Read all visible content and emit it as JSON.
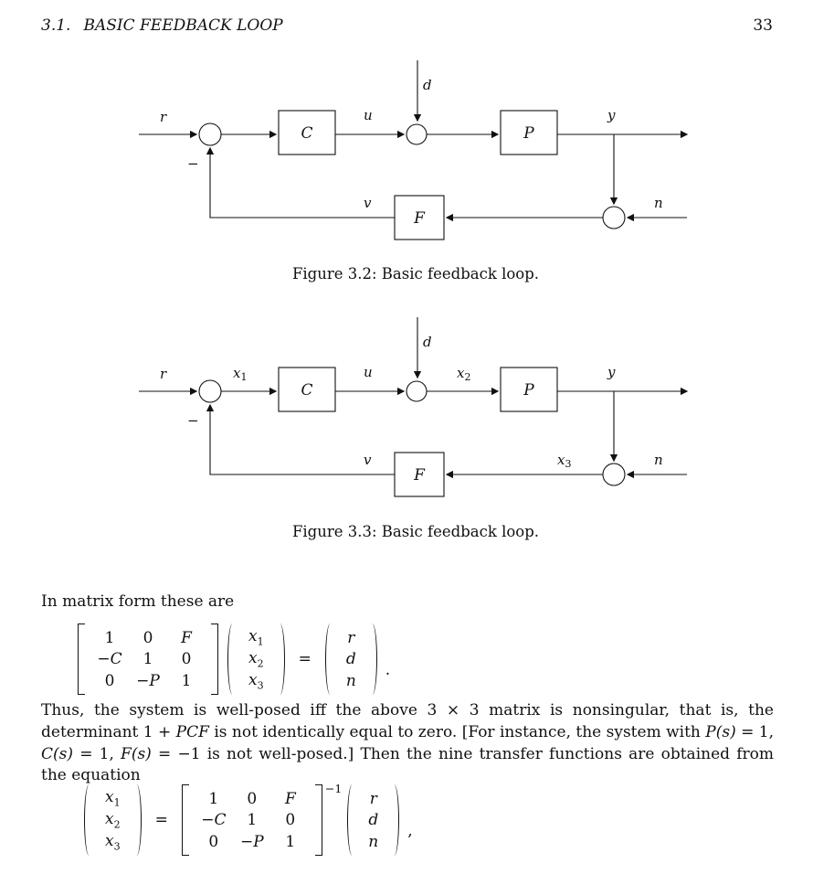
{
  "header": {
    "section": "3.1.",
    "title": "BASIC FEEDBACK LOOP",
    "page_number": "33"
  },
  "fig32": {
    "labels": {
      "r": "r",
      "u": "u",
      "d": "d",
      "y": "y",
      "n": "n",
      "v": "v",
      "minus": "−",
      "block_c": "C",
      "block_p": "P",
      "block_f": "F"
    },
    "caption": "Figure 3.2: Basic feedback loop."
  },
  "fig33": {
    "labels": {
      "r": "r",
      "u": "u",
      "d": "d",
      "y": "y",
      "n": "n",
      "v": "v",
      "minus": "−",
      "block_c": "C",
      "block_p": "P",
      "block_f": "F",
      "x1_base": "x",
      "x1_sub": "1",
      "x2_base": "x",
      "x2_sub": "2",
      "x3_base": "x",
      "x3_sub": "3"
    },
    "caption": "Figure 3.3: Basic feedback loop."
  },
  "body": {
    "intro_line": "In matrix form these are",
    "paragraph": {
      "s1": "Thus, the system is well-posed iff the above 3 × 3 matrix is nonsingular, that is, the determinant 1 + ",
      "s2": "PCF",
      "s3": " is not identically equal to zero.  [For instance, the system with ",
      "s4": "P(s)",
      "s5": " = 1, ",
      "s6": "C(s)",
      "s7": " = 1, ",
      "s8": "F(s)",
      "s9": " = −1 is not well-posed.]  Then the nine transfer functions are obtained from the equation"
    }
  },
  "eq1": {
    "matrix": [
      "1",
      "0",
      "F",
      "−C",
      "1",
      "0",
      "0",
      "−P",
      "1"
    ],
    "x_vector": [
      {
        "base": "x",
        "sub": "1"
      },
      {
        "base": "x",
        "sub": "2"
      },
      {
        "base": "x",
        "sub": "3"
      }
    ],
    "equals": "=",
    "rhs_vector": [
      "r",
      "d",
      "n"
    ],
    "terminator": "."
  },
  "eq2": {
    "x_vector": [
      {
        "base": "x",
        "sub": "1"
      },
      {
        "base": "x",
        "sub": "2"
      },
      {
        "base": "x",
        "sub": "3"
      }
    ],
    "equals": "=",
    "matrix": [
      "1",
      "0",
      "F",
      "−C",
      "1",
      "0",
      "0",
      "−P",
      "1"
    ],
    "exponent": "−1",
    "rhs_vector": [
      "r",
      "d",
      "n"
    ],
    "terminator": ","
  }
}
